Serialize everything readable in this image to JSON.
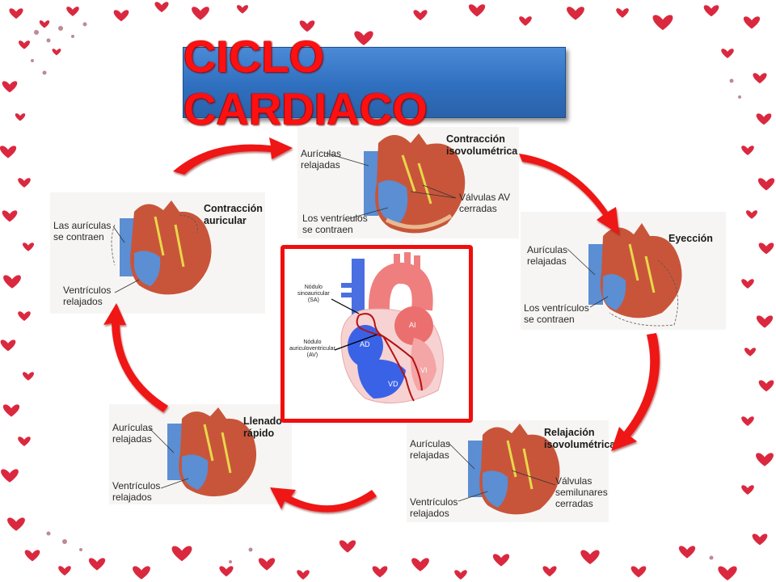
{
  "title": "CICLO CARDIACO",
  "colors": {
    "title_bg": "#2f6fbf",
    "title_text": "#ff1010",
    "arrow": "#ef1515",
    "center_border": "#f20d0d",
    "heart_decor": "#d6112a"
  },
  "phases": [
    {
      "id": "contraccion-isovolumetrica",
      "title": "Contracción\nisovolumétrica",
      "labels": [
        "Aurículas\nrelajadas",
        "Los ventrículos\nse contraen",
        "Válvulas AV\ncerradas"
      ]
    },
    {
      "id": "eyeccion",
      "title": "Eyección",
      "labels": [
        "Aurículas\nrelajadas",
        "Los ventrículos\nse contraen"
      ]
    },
    {
      "id": "relajacion-isovolumetrica",
      "title": "Relajación\nisovolumétrica",
      "labels": [
        "Aurículas\nrelajadas",
        "Ventrículos\nrelajados",
        "Válvulas\nsemilunares\ncerradas"
      ]
    },
    {
      "id": "llenado-rapido",
      "title": "Llenado\nrápido",
      "labels": [
        "Aurículas\nrelajadas",
        "Ventrículos\nrelajados"
      ]
    },
    {
      "id": "contraccion-auricular",
      "title": "Contracción\nauricular",
      "labels": [
        "Las aurículas\nse contraen",
        "Ventrículos\nrelajados"
      ]
    }
  ],
  "center": {
    "sa_node": "Nódulo\nsinoauricular\n(SA)",
    "av_node": "Nódulo\nauriculoventricular\n(AV)",
    "chambers": {
      "ad": "AD",
      "ai": "AI",
      "vd": "VD",
      "vi": "VI"
    }
  },
  "arrows": [
    "top-left-to-top",
    "top-to-right",
    "right-to-bottom-right",
    "bottom-right-to-bottom-left",
    "bottom-left-to-left"
  ]
}
